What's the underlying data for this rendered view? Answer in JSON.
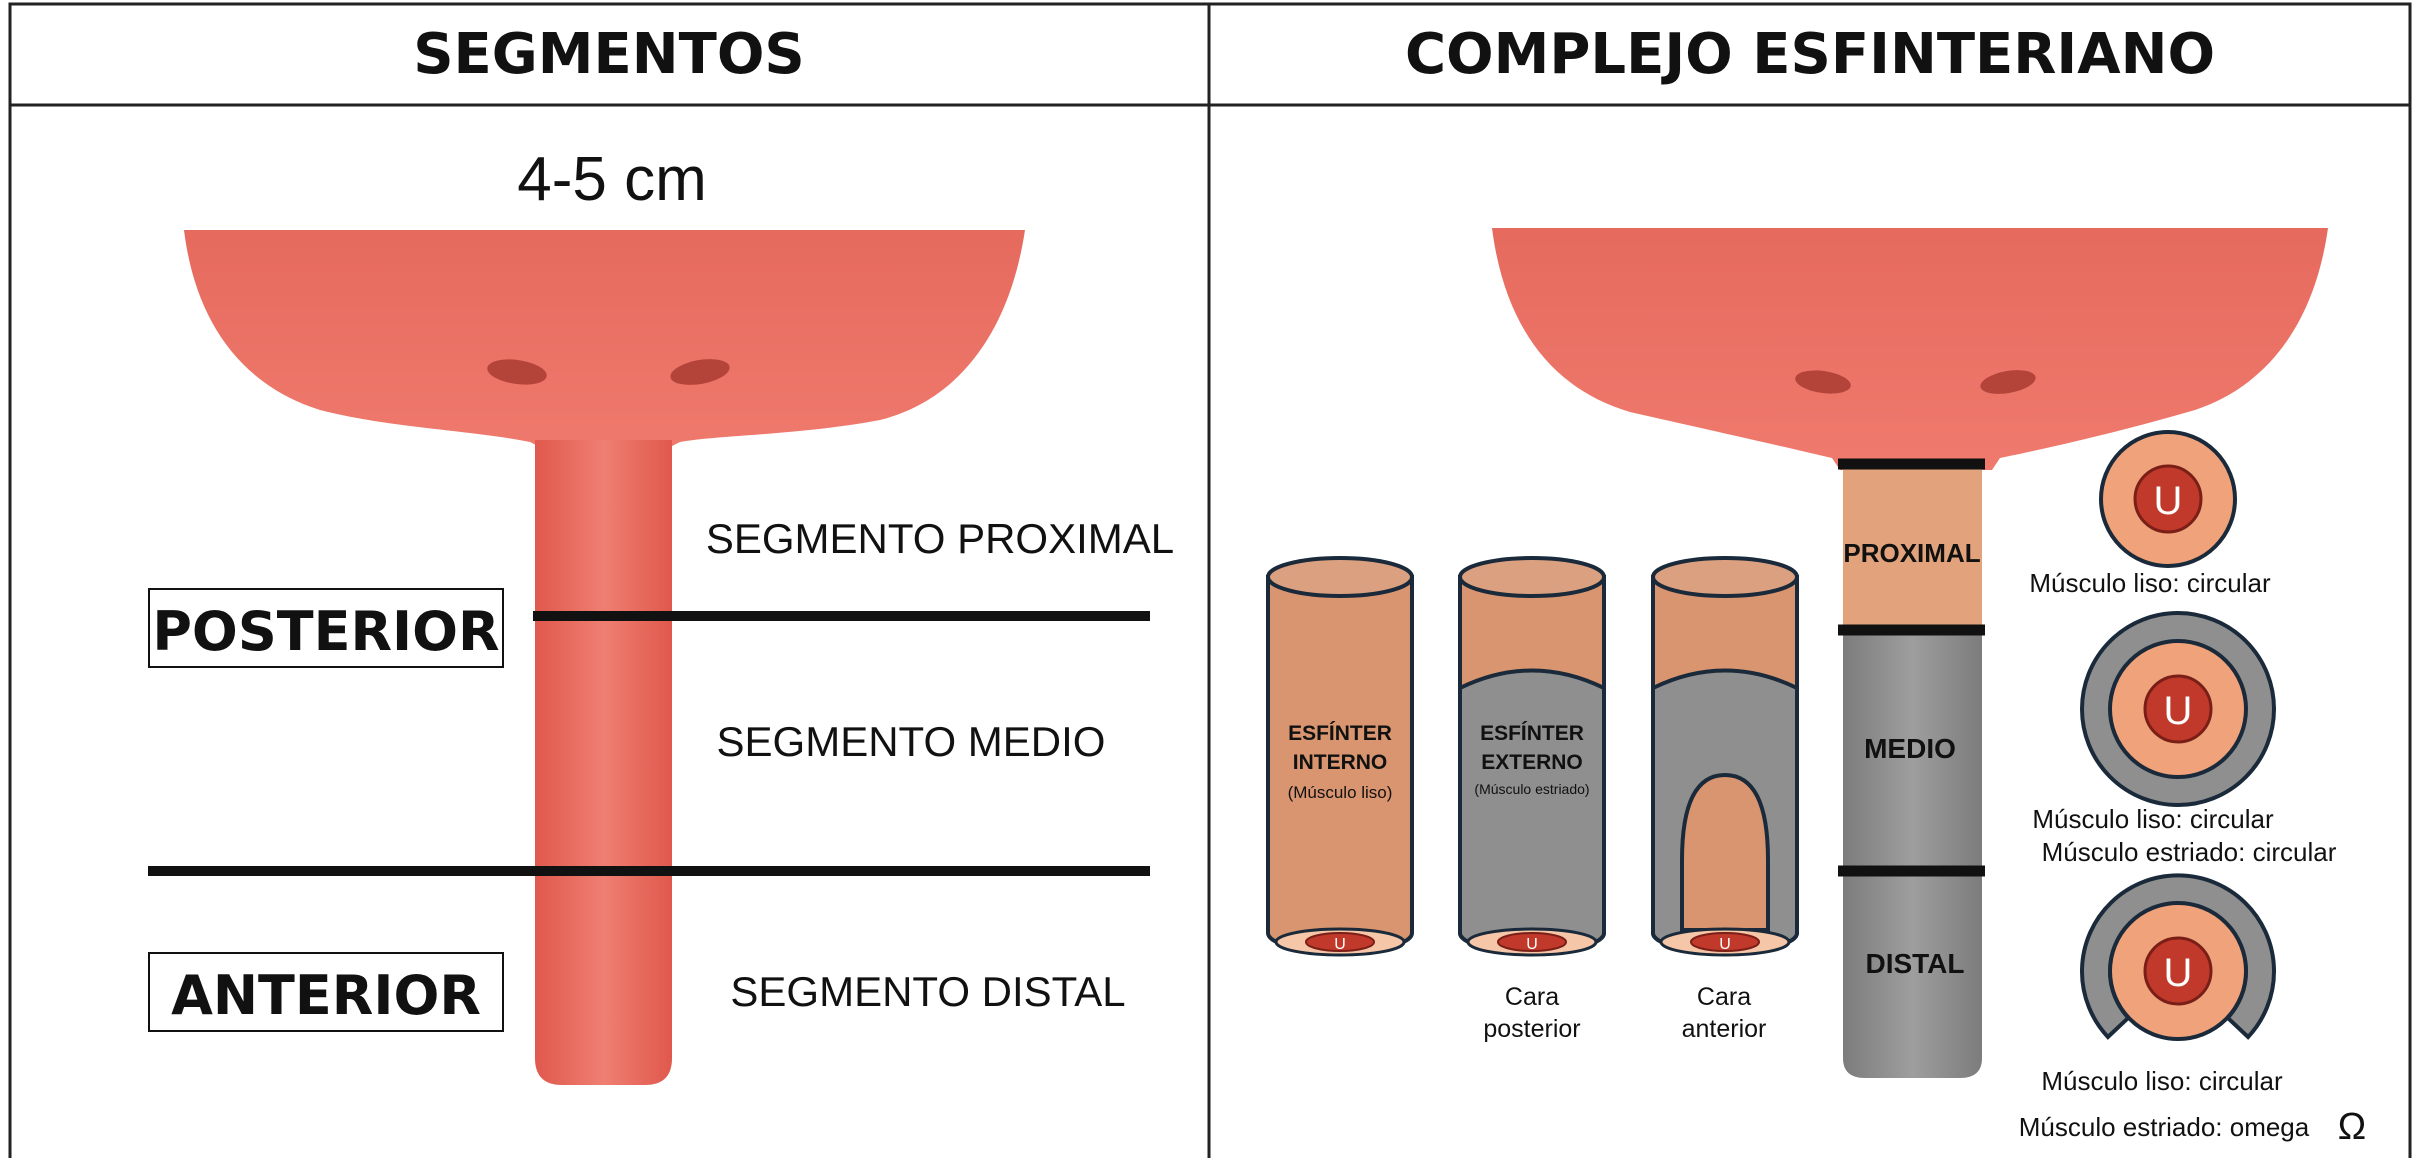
{
  "headers": {
    "left": "SEGMENTOS",
    "right": "COMPLEJO ESFINTERIANO"
  },
  "left_panel": {
    "length_label": "4-5 cm",
    "posterior_label": "POSTERIOR",
    "anterior_label": "ANTERIOR",
    "segments": {
      "proximal": "SEGMENTO PROXIMAL",
      "medio": "SEGMENTO MEDIO",
      "distal": "SEGMENTO DISTAL"
    }
  },
  "right_panel": {
    "cylinders": {
      "internal": {
        "title_line1": "ESFÍNTER",
        "title_line2": "INTERNO",
        "subtitle": "(Músculo liso)"
      },
      "external": {
        "title_line1": "ESFÍNTER",
        "title_line2": "EXTERNO",
        "subtitle": "(Músculo estriado)",
        "caption_line1": "Cara",
        "caption_line2": "posterior"
      },
      "anterior": {
        "caption_line1": "Cara",
        "caption_line2": "anterior"
      },
      "lumen_letter": "U"
    },
    "urethra_sections": {
      "proximal": "PROXIMAL",
      "medio": "MEDIO",
      "distal": "DISTAL"
    },
    "cross_sections": {
      "letter": "U",
      "proximal_caption": "Músculo liso: circular",
      "medio_caption_line1": "Músculo liso: circular",
      "medio_caption_line2": "Músculo estriado: circular",
      "distal_caption_line1": "Músculo liso: circular",
      "distal_caption_line2": "Músculo estriado: omega",
      "omega_symbol": "Ω"
    }
  },
  "colors": {
    "bladder": "#e8685c",
    "smooth_muscle": "#d9956f",
    "striated_muscle": "#8f8f8f",
    "lumen": "#c0392b",
    "mucosa": "#f6c6a8",
    "outline": "#1a2a3a"
  }
}
